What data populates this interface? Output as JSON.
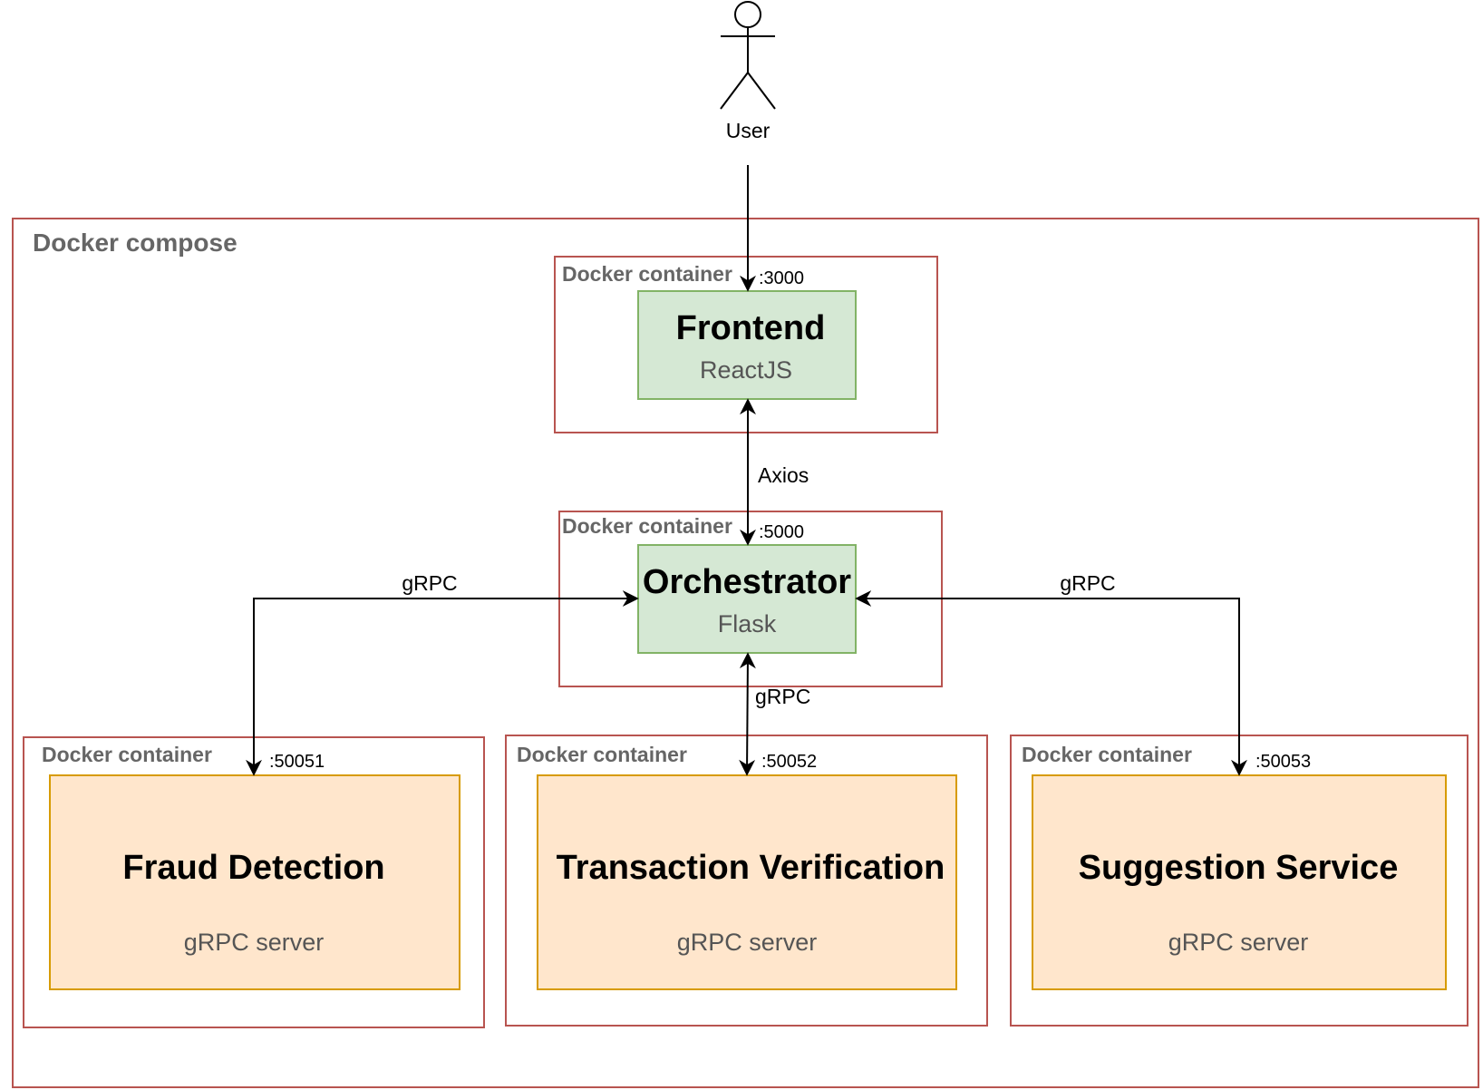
{
  "actor": {
    "label": "User"
  },
  "compose": {
    "title": "Docker compose"
  },
  "containers": {
    "frontend": {
      "title": "Docker container",
      "port": ":3000",
      "name": "Frontend",
      "tech": "ReactJS"
    },
    "orchestrator": {
      "title": "Docker container",
      "port": ":5000",
      "name": "Orchestrator",
      "tech": "Flask"
    },
    "fraud": {
      "title": "Docker container",
      "port": ":50051",
      "name": "Fraud Detection",
      "tech": "gRPC server"
    },
    "transaction": {
      "title": "Docker container",
      "port": ":50052",
      "name": "Transaction Verification",
      "tech": "gRPC server"
    },
    "suggestion": {
      "title": "Docker container",
      "port": ":50053",
      "name": "Suggestion Service",
      "tech": "gRPC server"
    }
  },
  "edges": {
    "frontend_orchestrator": "Axios",
    "orchestrator_fraud": "gRPC",
    "orchestrator_suggestion": "gRPC",
    "orchestrator_transaction": "gRPC"
  },
  "colors": {
    "container_border": "#b85450",
    "service_fill_green": "#d5e8d4",
    "service_border_green": "#82b366",
    "service_fill_orange": "#ffe6cc",
    "service_border_orange": "#d79b00",
    "group_title": "#666666"
  }
}
